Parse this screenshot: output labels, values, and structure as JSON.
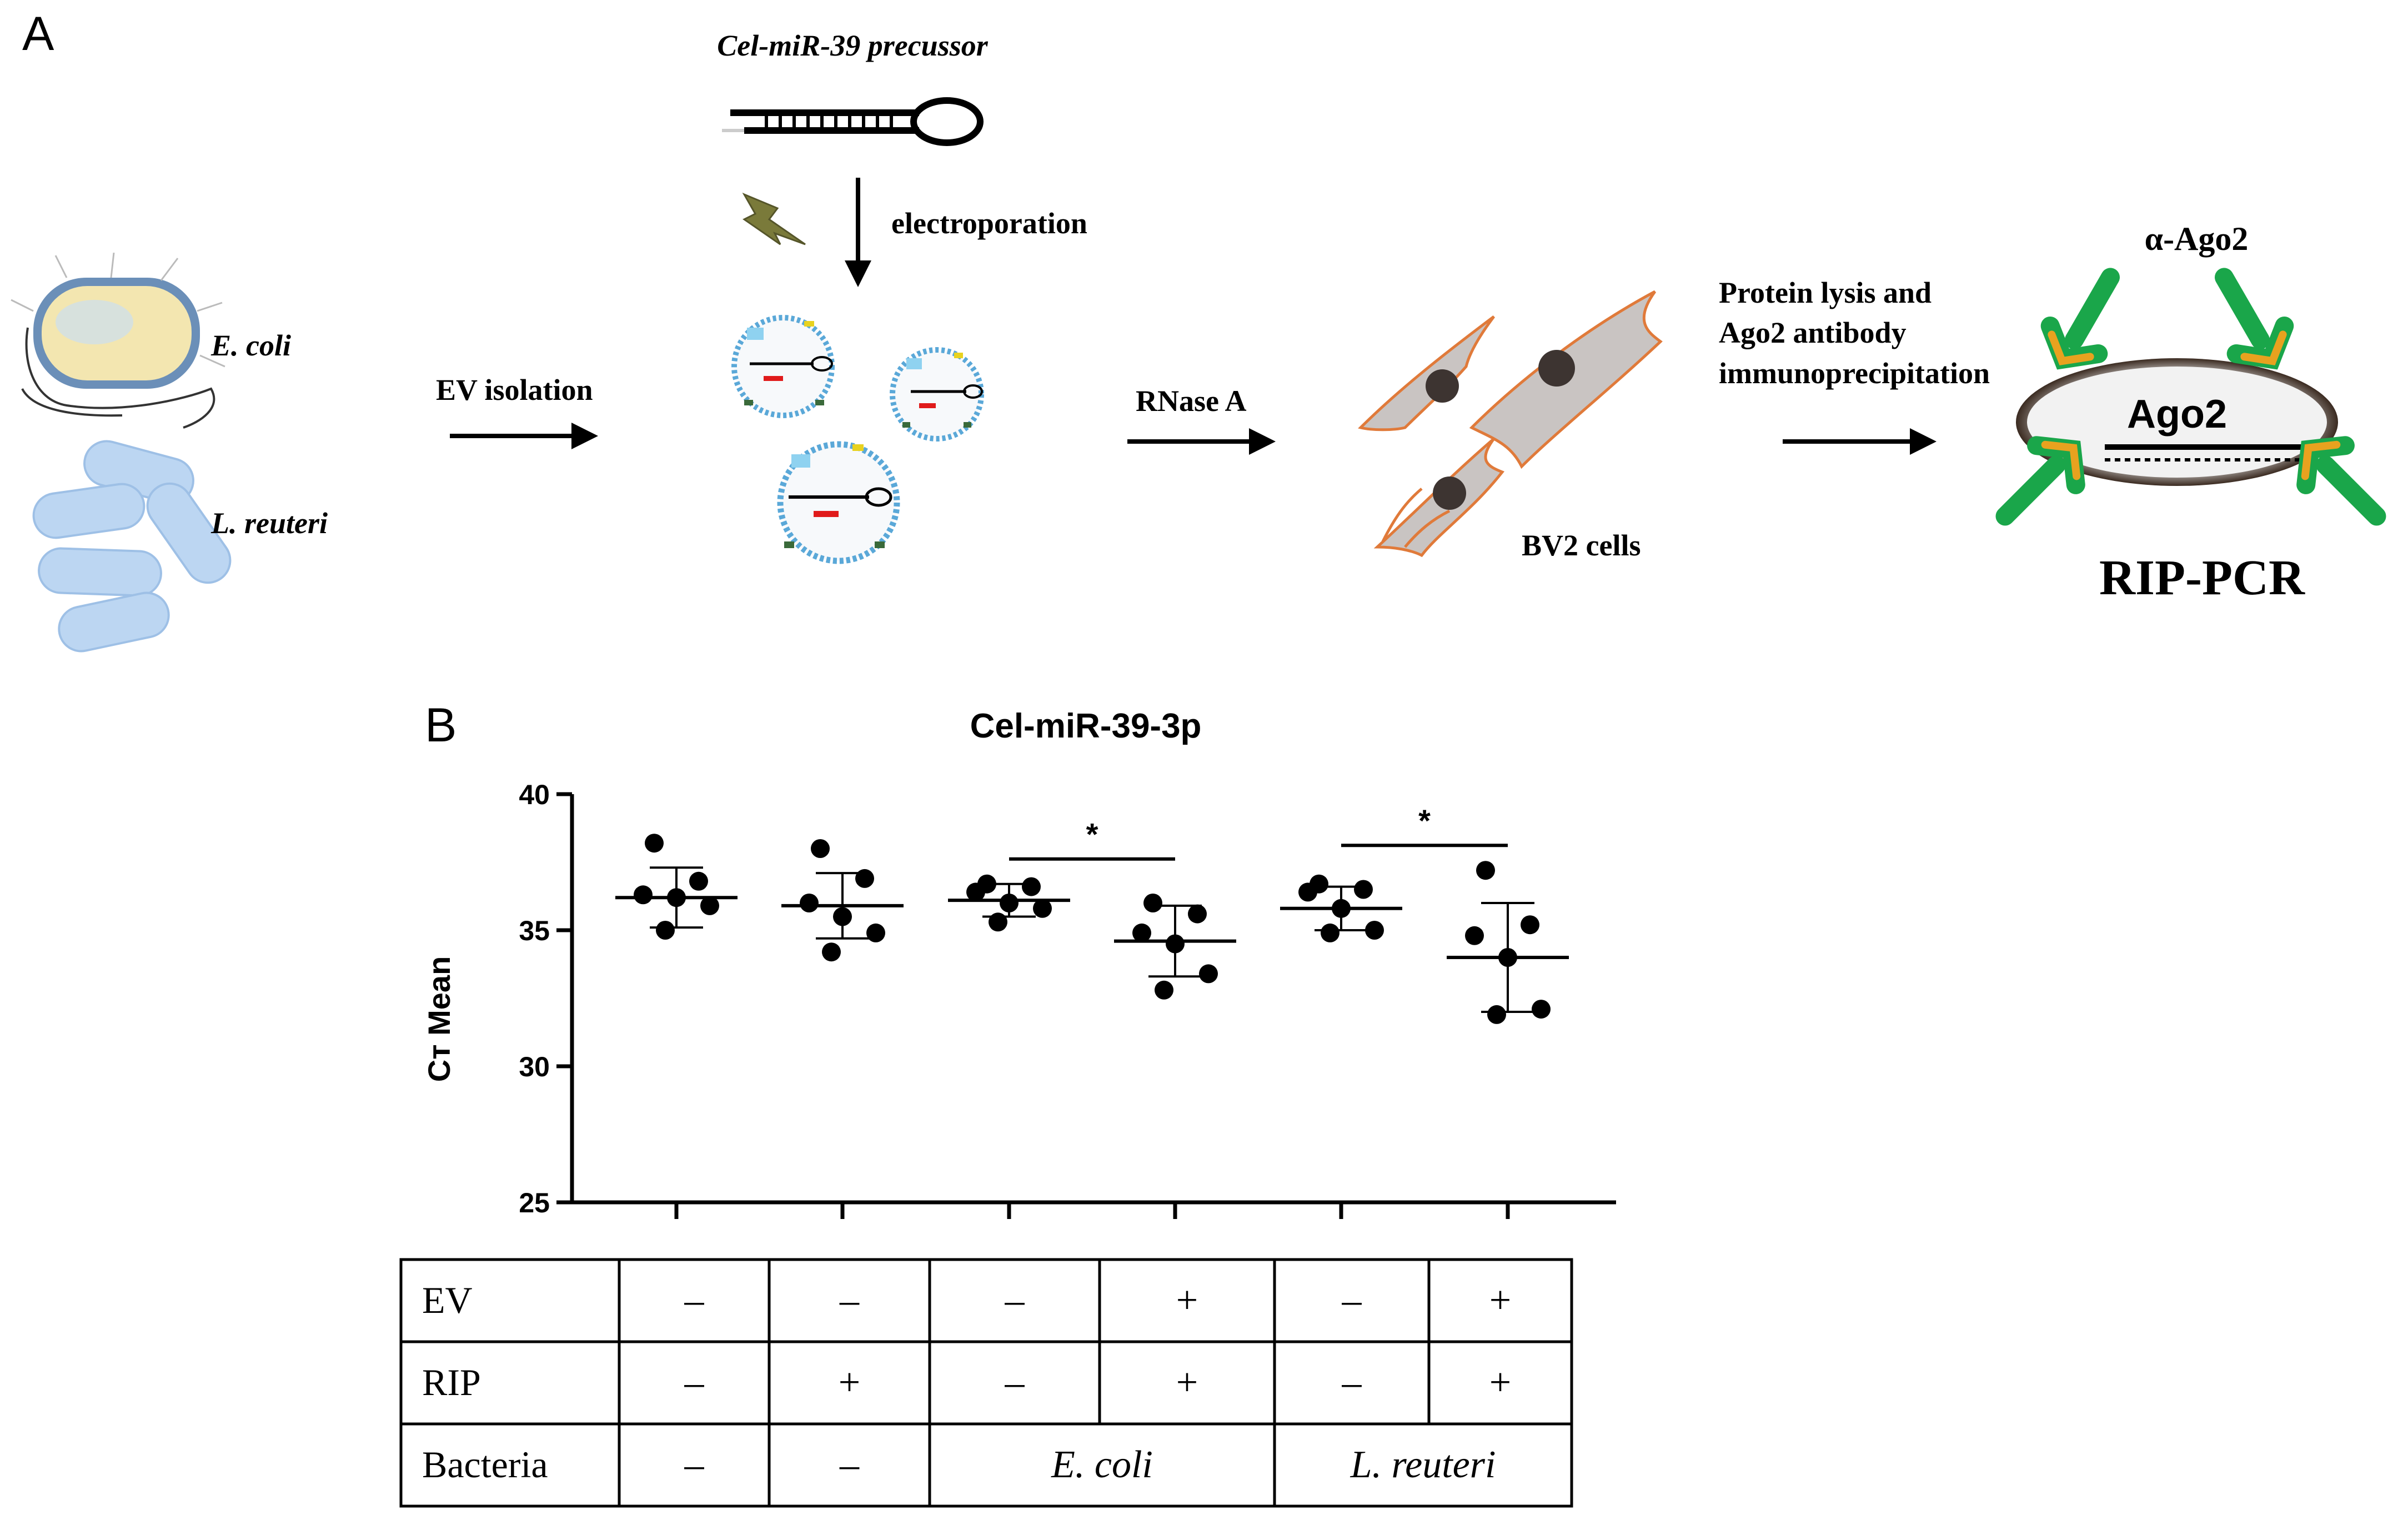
{
  "panel_a": {
    "label": "A",
    "precursor_title": "Cel-miR-39 precussor",
    "electroporation_label": "electroporation",
    "bacteria": [
      {
        "name": "E. coli"
      },
      {
        "name": "L. reuteri"
      }
    ],
    "step_ev_isolation": "EV isolation",
    "step_rnase": "RNase A",
    "cell_label": "BV2 cells",
    "step_lysis": [
      "Protein lysis and",
      "Ago2 antibody",
      "immunoprecipitation"
    ],
    "antibody_label": "α-Ago2",
    "ago2_label": "Ago2",
    "method_label": "RIP-PCR",
    "colors": {
      "antibody_arm": "#1aa64a",
      "antibody_tip": "#e8a21f",
      "cell_outline": "#e07a3a",
      "cell_fill": "#c9c4c2",
      "vesicle": "#5aa8d8",
      "rod_fill": "#bcd6f2",
      "rna_red": "#e01b1b"
    }
  },
  "panel_b": {
    "label": "B"
  },
  "chart_data": {
    "type": "scatter",
    "title": "Cel-miR-39-3p",
    "ylabel": "Cᴛ Mean",
    "ylim": [
      25,
      40
    ],
    "yticks": [
      25,
      30,
      35,
      40
    ],
    "groups": [
      {
        "points": [
          38.2,
          36.8,
          36.3,
          36.2,
          35.9,
          35.0
        ],
        "mean": 36.2,
        "sd": 1.1
      },
      {
        "points": [
          38.0,
          36.9,
          36.0,
          35.5,
          34.9,
          34.2
        ],
        "mean": 35.9,
        "sd": 1.2
      },
      {
        "points": [
          36.7,
          36.6,
          36.4,
          36.0,
          35.8,
          35.3
        ],
        "mean": 36.1,
        "sd": 0.6
      },
      {
        "points": [
          36.0,
          35.6,
          34.9,
          34.5,
          33.4,
          32.8
        ],
        "mean": 34.6,
        "sd": 1.3
      },
      {
        "points": [
          36.7,
          36.5,
          36.4,
          35.8,
          35.0,
          34.9
        ],
        "mean": 35.8,
        "sd": 0.8
      },
      {
        "points": [
          37.2,
          35.2,
          34.8,
          34.0,
          32.1,
          31.9
        ],
        "mean": 34.0,
        "sd": 2.0
      }
    ],
    "significance": [
      {
        "between": [
          2,
          3
        ],
        "label": "*"
      },
      {
        "between": [
          4,
          5
        ],
        "label": "*"
      }
    ],
    "table": {
      "rows": [
        {
          "label": "EV",
          "cells": [
            "–",
            "–",
            "–",
            "+",
            "–",
            "+"
          ]
        },
        {
          "label": "RIP",
          "cells": [
            "–",
            "+",
            "–",
            "+",
            "–",
            "+"
          ]
        }
      ],
      "bacteria_row": {
        "label": "Bacteria",
        "cells": [
          {
            "text": "–",
            "span": 1,
            "italic": false
          },
          {
            "text": "–",
            "span": 1,
            "italic": false
          },
          {
            "text": "E. coli",
            "span": 2,
            "italic": true
          },
          {
            "text": "L. reuteri",
            "span": 2,
            "italic": true
          }
        ]
      }
    }
  }
}
